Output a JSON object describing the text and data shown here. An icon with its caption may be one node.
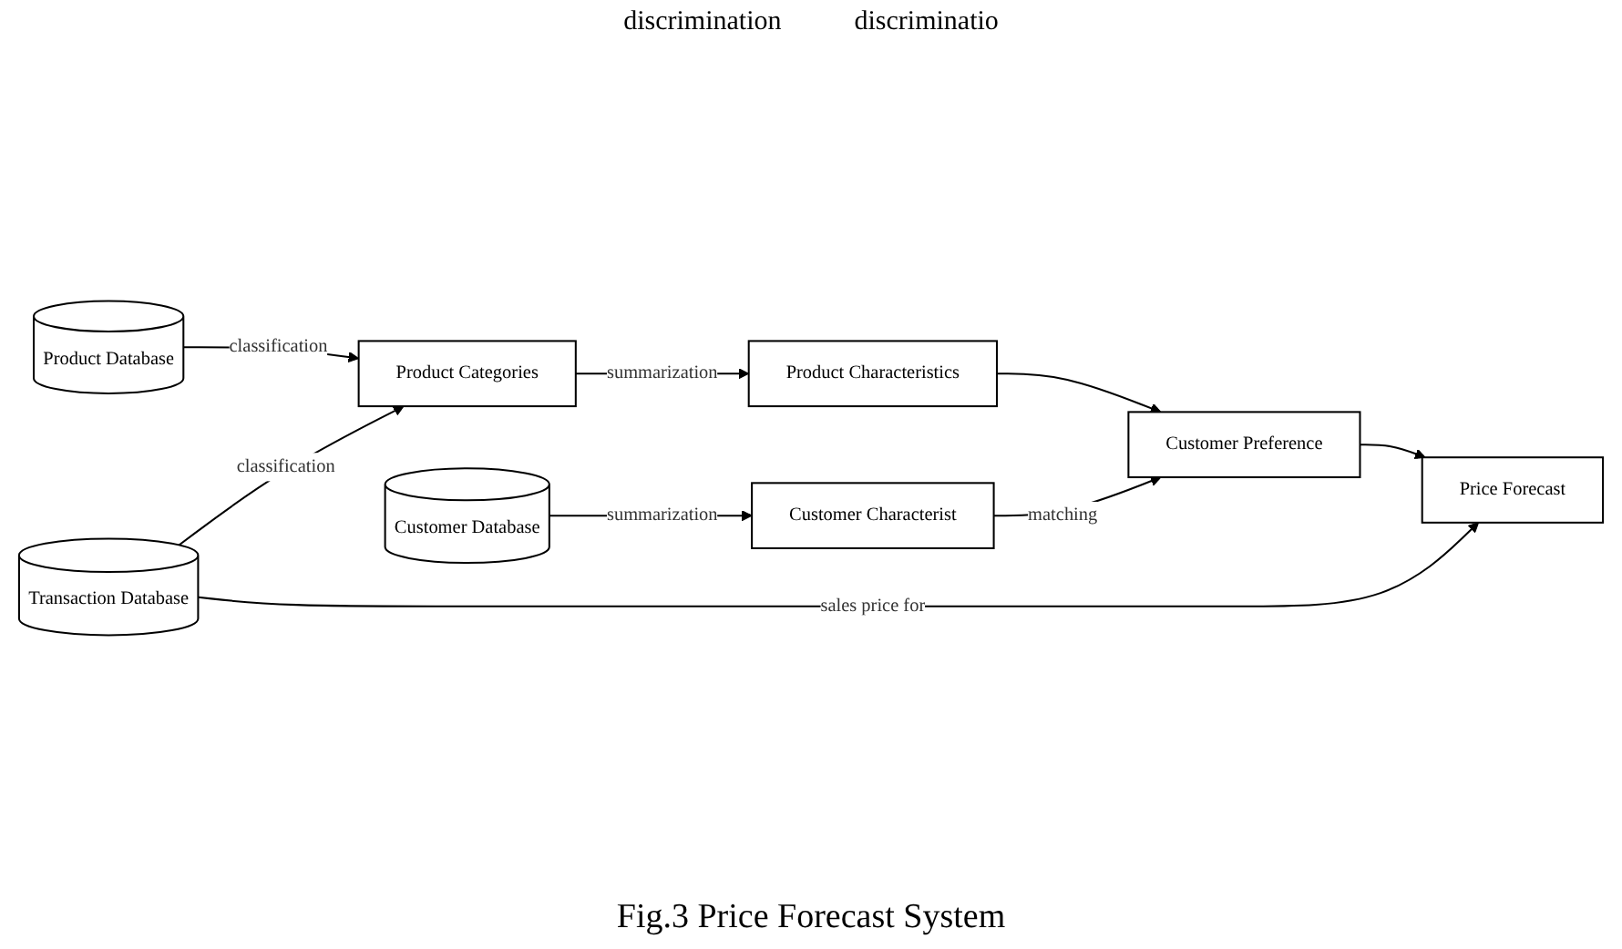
{
  "diagram": {
    "caption": "Fig.3 Price Forecast System",
    "nodes": [
      {
        "text": [
          "Product Database"
        ]
      },
      {
        "text": [
          "Product Categories"
        ]
      },
      {
        "text": [
          "Product Characteristics"
        ]
      },
      {
        "text": [
          "Customer Preference"
        ]
      },
      {
        "text": [
          "Transaction Database"
        ]
      },
      {
        "text": [
          "Customer Database"
        ]
      },
      {
        "text": [
          "Customer Characterist"
        ]
      },
      {
        "text": [
          "Price Forecast"
        ]
      }
    ],
    "edges": [
      {
        "from": 0,
        "to": 1,
        "arrow": "to",
        "label": "classification"
      },
      {
        "from": 4,
        "to": 1,
        "arrow": "to",
        "label": "classification"
      },
      {
        "from": 1,
        "to": 2,
        "arrow": "to",
        "label": "summarization"
      },
      {
        "from": 2,
        "to": 3,
        "arrow": "to"
      },
      {
        "from": 5,
        "to": 6,
        "arrow": "to",
        "label": "summarization"
      },
      {
        "from": 6,
        "to": 3,
        "arrow": "to",
        "label": "matching"
      },
      {
        "from": 3,
        "to": 7,
        "arrow": "to"
      },
      {
        "from": 4,
        "to": 7,
        "arrow": "to",
        "label": "sales price for"
      }
    ],
    "labels": [
      "discrimination",
      "discriminatio"
    ]
  }
}
